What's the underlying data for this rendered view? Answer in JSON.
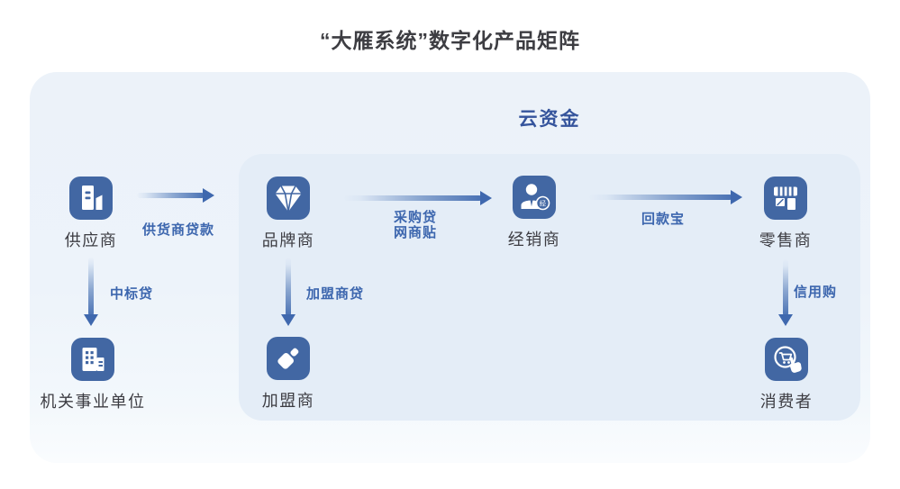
{
  "title": "“大雁系统”数字化产品矩阵",
  "panel": {
    "label": "云资金"
  },
  "colors": {
    "icon_bg": "#4267a3",
    "arrow_blue": "#3f68ae",
    "flow_label_blue": "#3c66ae",
    "outer_panel_bg": "#edf3fa",
    "inner_panel_bg": "#e4edf7",
    "node_label_color": "#3c3c42",
    "cloud_label_color": "#35549c"
  },
  "nodes": {
    "supplier": {
      "label": "供应商",
      "icon": "building-icon"
    },
    "government": {
      "label": "机关事业单位",
      "icon": "office-building-icon"
    },
    "brand": {
      "label": "品牌商",
      "icon": "diamond-icon"
    },
    "distributor": {
      "label": "经销商",
      "icon": "salesperson-icon",
      "badge": "经"
    },
    "retailer": {
      "label": "零售商",
      "icon": "storefront-icon"
    },
    "franchisee": {
      "label": "加盟商",
      "icon": "stamp-icon"
    },
    "consumer": {
      "label": "消费者",
      "icon": "cart-click-icon"
    }
  },
  "arrows": {
    "supply_loan": {
      "label": "供货商贷款"
    },
    "bid_loan": {
      "label": "中标贷"
    },
    "purchase_loan": {
      "line1": "采购贷",
      "line2": "网商贴"
    },
    "repayment": {
      "label": "回款宝"
    },
    "franchise_loan": {
      "label": "加盟商贷"
    },
    "credit_purchase": {
      "label": "信用购"
    }
  }
}
